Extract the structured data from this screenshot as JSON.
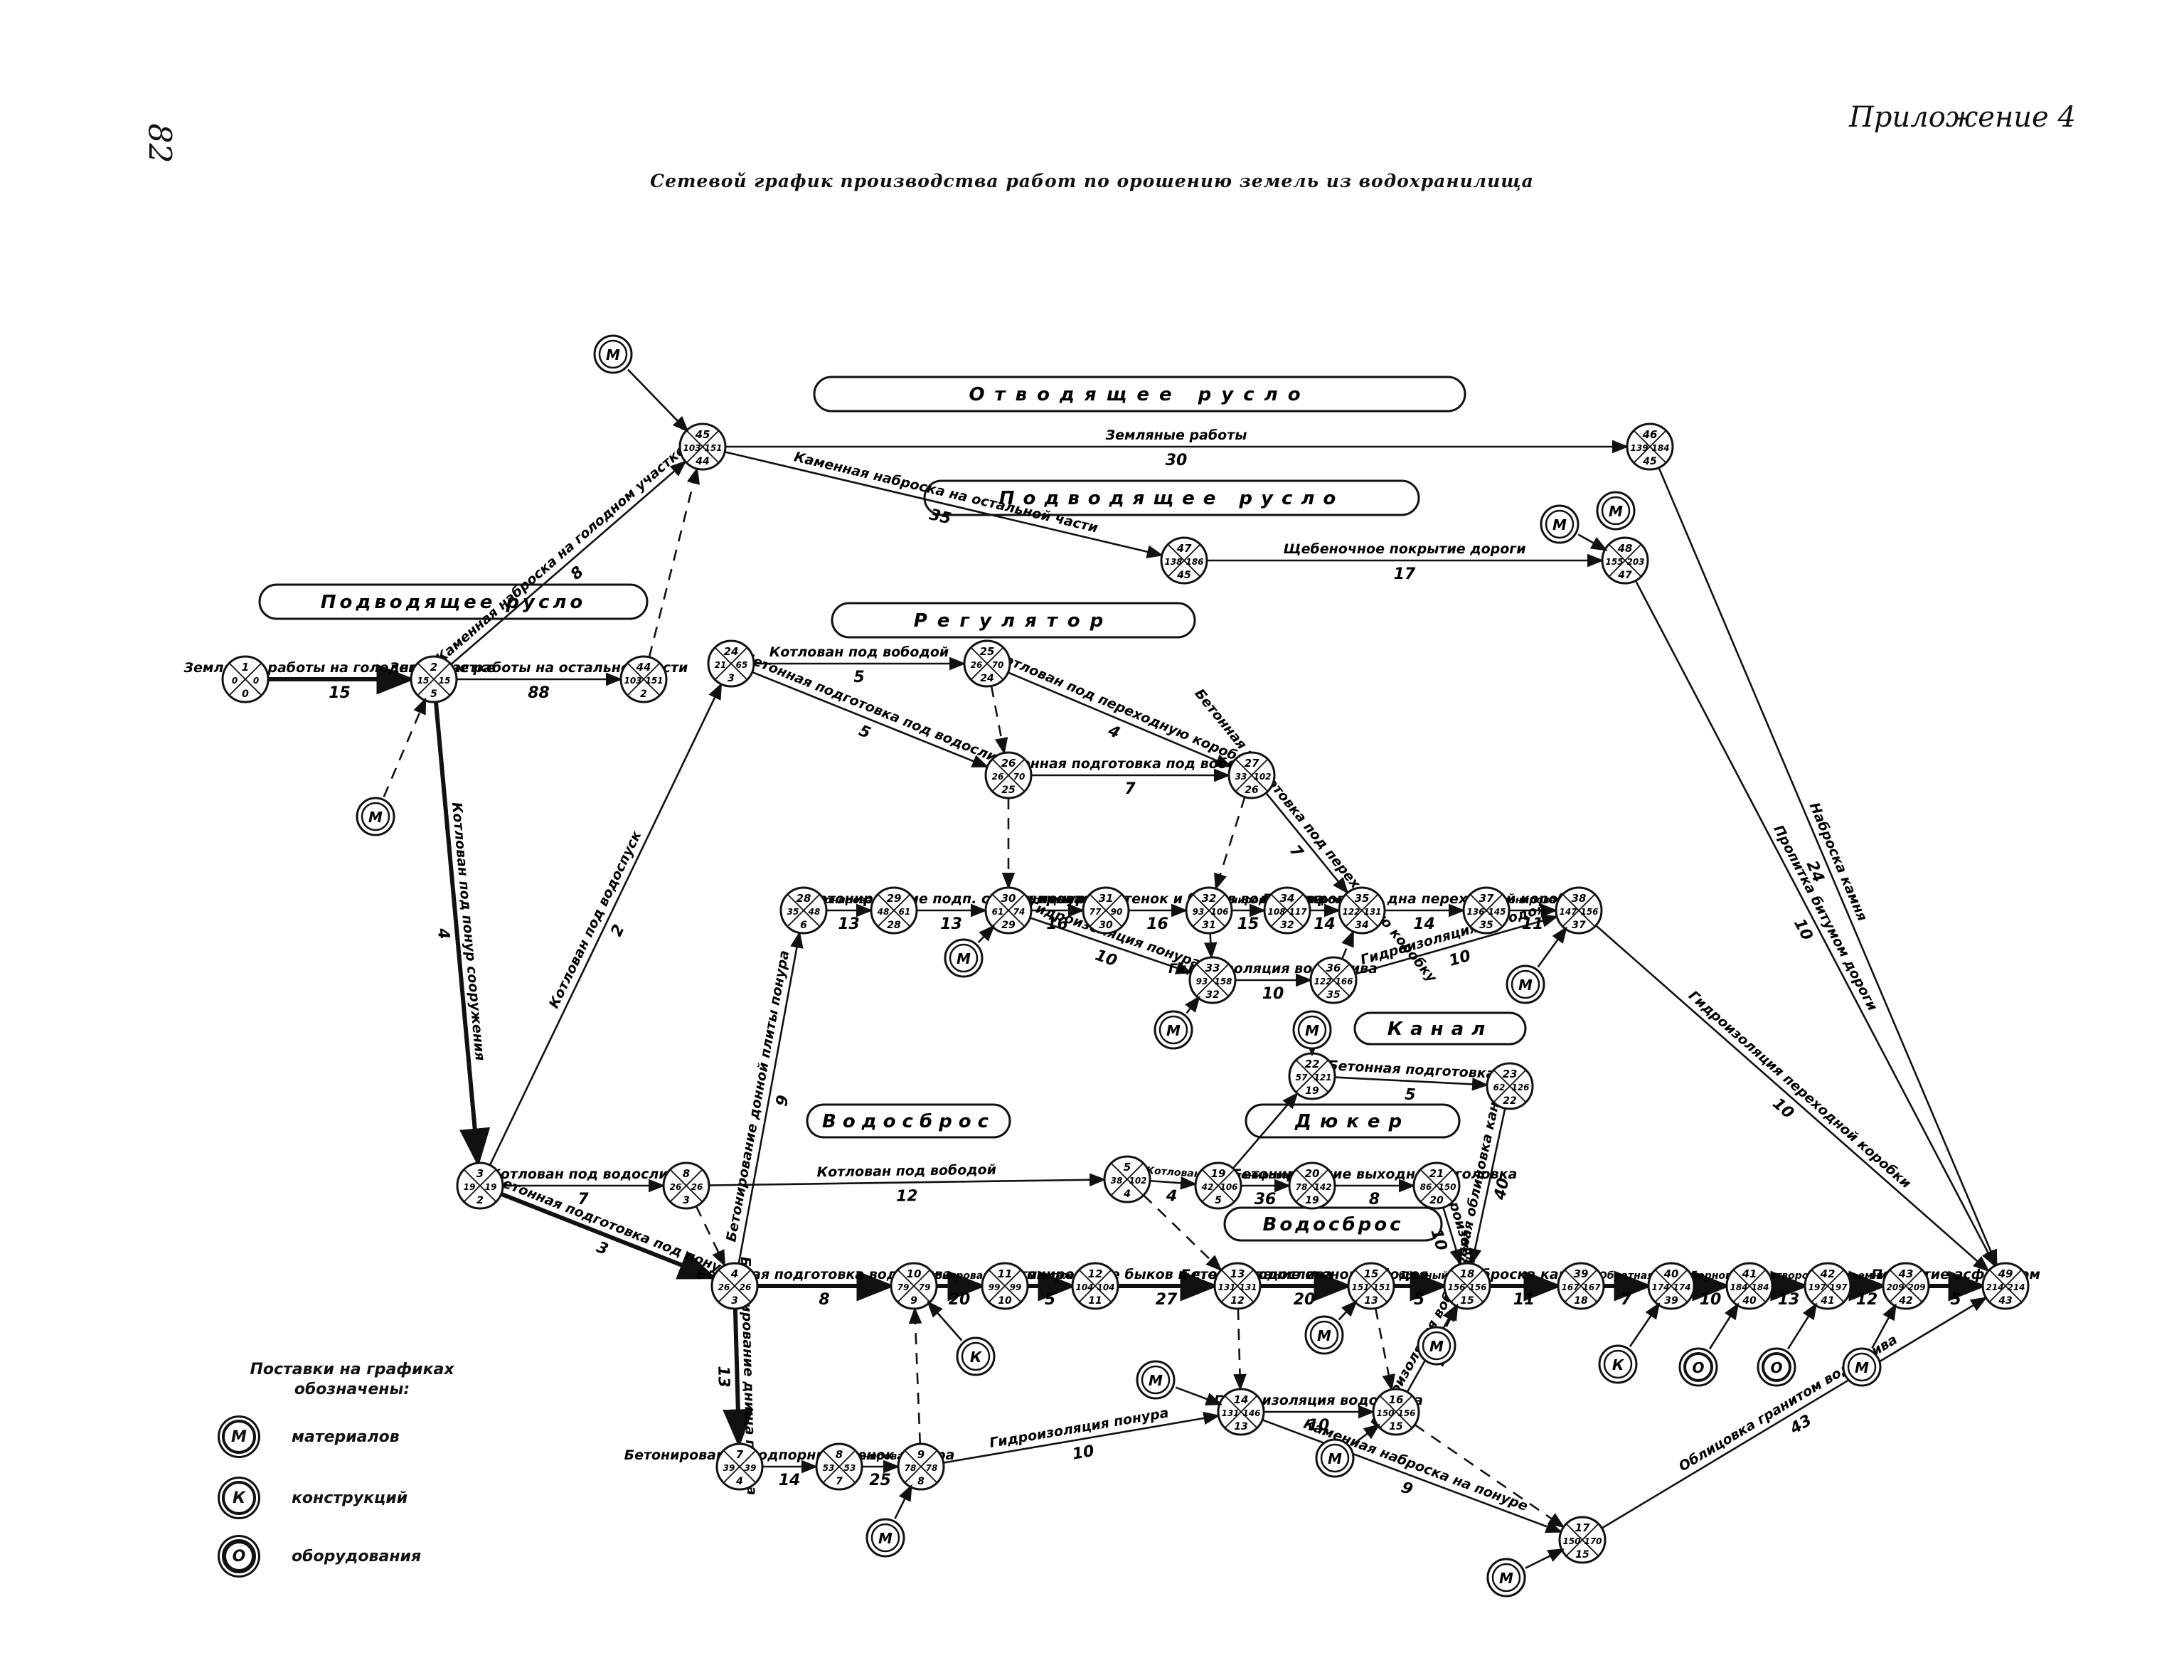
{
  "page": {
    "number": "82",
    "appendix": "Приложение 4",
    "title": "Сетевой график производства работ по орошению земель из водохранилища"
  },
  "sections": [
    {
      "id": "otv",
      "label": "Отводящее русло"
    },
    {
      "id": "podv2",
      "label": "Подводящее русло"
    },
    {
      "id": "podv1",
      "label": "Подводящее русло"
    },
    {
      "id": "reg",
      "label": "Регулятор"
    },
    {
      "id": "vodosbros1",
      "label": "Водосброс"
    },
    {
      "id": "kanal",
      "label": "Канал"
    },
    {
      "id": "duker",
      "label": "Дюкер"
    },
    {
      "id": "vodosbros2",
      "label": "Водосброс"
    }
  ],
  "events": [
    {
      "id": "e1",
      "n": "1",
      "l": "0",
      "r": "0",
      "b": "0"
    },
    {
      "id": "e2",
      "n": "2",
      "l": "15",
      "r": "15",
      "b": "5"
    },
    {
      "id": "e44",
      "n": "44",
      "l": "103",
      "r": "151",
      "b": "2"
    },
    {
      "id": "e45",
      "n": "45",
      "l": "103",
      "r": "151",
      "b": "44"
    },
    {
      "id": "e46",
      "n": "46",
      "l": "139",
      "r": "184",
      "b": "45"
    },
    {
      "id": "e47",
      "n": "47",
      "l": "138",
      "r": "186",
      "b": "45"
    },
    {
      "id": "e48",
      "n": "48",
      "l": "155",
      "r": "203",
      "b": "47"
    },
    {
      "id": "e24",
      "n": "24",
      "l": "21",
      "r": "65",
      "b": "3"
    },
    {
      "id": "e25",
      "n": "25",
      "l": "26",
      "r": "70",
      "b": "24"
    },
    {
      "id": "e26",
      "n": "26",
      "l": "26",
      "r": "70",
      "b": "25"
    },
    {
      "id": "e27",
      "n": "27",
      "l": "33",
      "r": "102",
      "b": "26"
    },
    {
      "id": "e28",
      "n": "28",
      "l": "35",
      "r": "48",
      "b": "6"
    },
    {
      "id": "e29",
      "n": "29",
      "l": "48",
      "r": "61",
      "b": "28"
    },
    {
      "id": "e30",
      "n": "30",
      "l": "61",
      "r": "74",
      "b": "29"
    },
    {
      "id": "e31",
      "n": "31",
      "l": "77",
      "r": "90",
      "b": "30"
    },
    {
      "id": "e32",
      "n": "32",
      "l": "93",
      "r": "106",
      "b": "31"
    },
    {
      "id": "e33",
      "n": "33",
      "l": "93",
      "r": "158",
      "b": "32"
    },
    {
      "id": "e34",
      "n": "34",
      "l": "108",
      "r": "117",
      "b": "32"
    },
    {
      "id": "e35",
      "n": "35",
      "l": "122",
      "r": "131",
      "b": "34"
    },
    {
      "id": "e36",
      "n": "36",
      "l": "122",
      "r": "166",
      "b": "35"
    },
    {
      "id": "e37",
      "n": "37",
      "l": "136",
      "r": "145",
      "b": "35"
    },
    {
      "id": "e38",
      "n": "38",
      "l": "147",
      "r": "156",
      "b": "37"
    },
    {
      "id": "e3",
      "n": "3",
      "l": "19",
      "r": "19",
      "b": "2"
    },
    {
      "id": "e8",
      "n": "8",
      "l": "26",
      "r": "26",
      "b": "3"
    },
    {
      "id": "e4",
      "n": "4",
      "l": "26",
      "r": "26",
      "b": "3"
    },
    {
      "id": "e5",
      "n": "5",
      "l": "38",
      "r": "102",
      "b": "4"
    },
    {
      "id": "e19",
      "n": "19",
      "l": "42",
      "r": "106",
      "b": "5"
    },
    {
      "id": "e20",
      "n": "20",
      "l": "78",
      "r": "142",
      "b": "19"
    },
    {
      "id": "e21",
      "n": "21",
      "l": "86",
      "r": "150",
      "b": "20"
    },
    {
      "id": "e22",
      "n": "22",
      "l": "57",
      "r": "121",
      "b": "19"
    },
    {
      "id": "e23",
      "n": "23",
      "l": "62",
      "r": "126",
      "b": "22"
    },
    {
      "id": "e10",
      "n": "10",
      "l": "79",
      "r": "79",
      "b": "9"
    },
    {
      "id": "e11",
      "n": "11",
      "l": "99",
      "r": "99",
      "b": "10"
    },
    {
      "id": "e12",
      "n": "12",
      "l": "104",
      "r": "104",
      "b": "11"
    },
    {
      "id": "e13",
      "n": "13",
      "l": "131",
      "r": "131",
      "b": "12"
    },
    {
      "id": "e15",
      "n": "15",
      "l": "151",
      "r": "151",
      "b": "13"
    },
    {
      "id": "e16",
      "n": "16",
      "l": "150",
      "r": "156",
      "b": "15"
    },
    {
      "id": "e18",
      "n": "18",
      "l": "156",
      "r": "156",
      "b": "15"
    },
    {
      "id": "e39",
      "n": "39",
      "l": "167",
      "r": "167",
      "b": "18"
    },
    {
      "id": "e40",
      "n": "40",
      "l": "174",
      "r": "174",
      "b": "39"
    },
    {
      "id": "e41",
      "n": "41",
      "l": "184",
      "r": "184",
      "b": "40"
    },
    {
      "id": "e42",
      "n": "42",
      "l": "197",
      "r": "197",
      "b": "41"
    },
    {
      "id": "e43",
      "n": "43",
      "l": "209",
      "r": "209",
      "b": "42"
    },
    {
      "id": "e49",
      "n": "49",
      "l": "214",
      "r": "214",
      "b": "43"
    },
    {
      "id": "e14",
      "n": "14",
      "l": "131",
      "r": "146",
      "b": "13"
    },
    {
      "id": "e17",
      "n": "17",
      "l": "150",
      "r": "170",
      "b": "15"
    },
    {
      "id": "e6",
      "n": "7",
      "l": "39",
      "r": "39",
      "b": "4"
    },
    {
      "id": "e7",
      "n": "8",
      "l": "53",
      "r": "53",
      "b": "7"
    },
    {
      "id": "e9",
      "n": "9",
      "l": "78",
      "r": "78",
      "b": "8"
    }
  ],
  "activities": [
    {
      "id": "a1",
      "label": "Земляные работы на голодном участке",
      "dur": "15"
    },
    {
      "id": "a2",
      "label": "Земляные работы на остальной части",
      "dur": "88"
    },
    {
      "id": "a3",
      "label": "Каменная наброска на голодном участке",
      "dur": "8"
    },
    {
      "id": "a4",
      "label": "Земляные работы",
      "dur": "30"
    },
    {
      "id": "a5",
      "label": "Каменная наброска на остальной части",
      "dur": "35"
    },
    {
      "id": "a6",
      "label": "Щебеночное покрытие дороги",
      "dur": "17"
    },
    {
      "id": "a7",
      "label": "Пропитка битумом дороги",
      "dur": "10"
    },
    {
      "id": "a8",
      "label": "Наброска камня",
      "dur": "24"
    },
    {
      "id": "a9",
      "label": "Котлован под понур сооружения",
      "dur": "4"
    },
    {
      "id": "a10",
      "label": "Котлован под водоспуск",
      "dur": "2"
    },
    {
      "id": "a11",
      "label": "Котлован под вободой",
      "dur": "5"
    },
    {
      "id": "a12",
      "label": "Котлован под переходную коробку",
      "dur": "4"
    },
    {
      "id": "a13",
      "label": "Бетонная подготовка под водослив",
      "dur": "5"
    },
    {
      "id": "a14",
      "label": "Бетонная подготовка под вободой",
      "dur": "7"
    },
    {
      "id": "a15",
      "label": "Бетонная подготовка под переходную коробку",
      "dur": "7"
    },
    {
      "id": "a16",
      "label": "Бетонирование стенок понура",
      "dur": "13"
    },
    {
      "id": "a17",
      "label": "Бетонирование подп. стенок понура",
      "dur": "13"
    },
    {
      "id": "a18",
      "label": "Бетонирование дна водослива",
      "dur": "16"
    },
    {
      "id": "a19",
      "label": "Бетонирование стенок и быков водослива",
      "dur": "16"
    },
    {
      "id": "a20",
      "label": "Бетонирование дна вободоя",
      "dur": "15"
    },
    {
      "id": "a21",
      "label": "Бетонирование стенок вободоя",
      "dur": "14"
    },
    {
      "id": "a22",
      "label": "Бетонирование дна переходной коробки",
      "dur": "14"
    },
    {
      "id": "a23",
      "label": "Бетонирование стенок переходной коробки",
      "dur": "11"
    },
    {
      "id": "a24",
      "label": "Гидроизоляция понура",
      "dur": "10"
    },
    {
      "id": "a25",
      "label": "Гидроизоляция водослива",
      "dur": "10"
    },
    {
      "id": "a26",
      "label": "Гидроизоляция вободоя",
      "dur": "10"
    },
    {
      "id": "a27",
      "label": "Гидроизоляция переходной коробки",
      "dur": "10"
    },
    {
      "id": "a28",
      "label": "Бетонирование донной плиты понура",
      "dur": "9"
    },
    {
      "id": "a29",
      "label": "Котлован под водослив",
      "dur": "7"
    },
    {
      "id": "a30",
      "label": "Бетонная подготовка под понур",
      "dur": "3"
    },
    {
      "id": "a31",
      "label": "Котлован под вободой",
      "dur": "12"
    },
    {
      "id": "a32",
      "label": "Котлован под дюкер",
      "dur": "4"
    },
    {
      "id": "a33",
      "label": "Бетонирование трубы",
      "dur": "36"
    },
    {
      "id": "a34",
      "label": "Бетонирование выходного оголовка",
      "dur": "8"
    },
    {
      "id": "a35",
      "label": "Бетонная подготовка",
      "dur": "5"
    },
    {
      "id": "a36",
      "label": "Бетонная облицовка канала",
      "dur": "40"
    },
    {
      "id": "a37",
      "label": "Гидроизоляция",
      "dur": "10"
    },
    {
      "id": "a38",
      "label": "Бетонная подготовка водослива",
      "dur": "8"
    },
    {
      "id": "a39",
      "label": "Бетонирование донной плиты водослива",
      "dur": "20"
    },
    {
      "id": "a40",
      "label": "Монтаж закладных частей водослива",
      "dur": "5"
    },
    {
      "id": "a41",
      "label": "Бетонирование быков и стенок водослива",
      "dur": "27"
    },
    {
      "id": "a42",
      "label": "Бетонирование стенок вободоя",
      "dur": "20"
    },
    {
      "id": "a43",
      "label": "Обратный фильтр",
      "dur": "5"
    },
    {
      "id": "a44",
      "label": "Наброска камня",
      "dur": "11"
    },
    {
      "id": "a45",
      "label": "Обратная засыпка",
      "dur": "7"
    },
    {
      "id": "a46",
      "label": "Сборного железобетона",
      "dur": "10"
    },
    {
      "id": "a47",
      "label": "Затворов",
      "dur": "13"
    },
    {
      "id": "a48",
      "label": "Подъемников",
      "dur": "12"
    },
    {
      "id": "a49",
      "label": "Покрытие асфальтом",
      "dur": "5"
    },
    {
      "id": "a50",
      "label": "Бетонирование днища понура",
      "dur": "13"
    },
    {
      "id": "a51",
      "label": "Бетонирование подпорных стенок понура",
      "dur": "14"
    },
    {
      "id": "a52",
      "label": "Бетонирование откосов понура",
      "dur": "25"
    },
    {
      "id": "a53",
      "label": "Гидроизоляция понура",
      "dur": "10"
    },
    {
      "id": "a54",
      "label": "Гидроизоляция водослива",
      "dur": "10"
    },
    {
      "id": "a55",
      "label": "Гидроизоляция вободоя",
      "dur": "10"
    },
    {
      "id": "a56",
      "label": "Каменная наброска на понуре",
      "dur": "9"
    },
    {
      "id": "a57",
      "label": "Облицовка гранитом водослива",
      "dur": "43"
    }
  ],
  "supplies": [
    {
      "id": "s1",
      "sym": "М"
    },
    {
      "id": "s2",
      "sym": "М"
    },
    {
      "id": "s3",
      "sym": "М"
    },
    {
      "id": "s4",
      "sym": "М"
    },
    {
      "id": "s5",
      "sym": "М"
    },
    {
      "id": "s6",
      "sym": "М"
    },
    {
      "id": "s7",
      "sym": "М"
    },
    {
      "id": "s8",
      "sym": "М"
    },
    {
      "id": "s9",
      "sym": "М"
    },
    {
      "id": "s10",
      "sym": "К"
    },
    {
      "id": "s11",
      "sym": "М"
    },
    {
      "id": "s12",
      "sym": "М"
    },
    {
      "id": "s13",
      "sym": "М"
    },
    {
      "id": "s14",
      "sym": "М"
    },
    {
      "id": "s15",
      "sym": "К"
    },
    {
      "id": "s16",
      "sym": "О"
    },
    {
      "id": "s17",
      "sym": "О"
    },
    {
      "id": "s18",
      "sym": "М"
    },
    {
      "id": "s19",
      "sym": "М"
    },
    {
      "id": "s20",
      "sym": "М"
    }
  ],
  "legend": {
    "title": "Поставки на графиках обозначены:",
    "items": [
      {
        "sym": "М",
        "label": "материалов"
      },
      {
        "sym": "К",
        "label": "конструкций"
      },
      {
        "sym": "О",
        "label": "оборудования"
      }
    ]
  }
}
